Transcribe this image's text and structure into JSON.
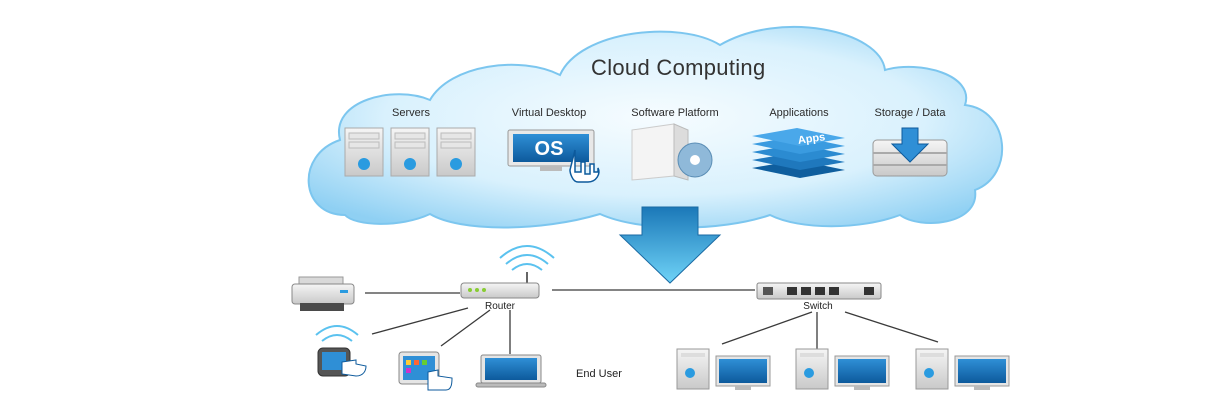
{
  "diagram": {
    "title": "Cloud Computing",
    "cloud_services": [
      {
        "label": "Servers",
        "icon": "server-rack-icon"
      },
      {
        "label": "Virtual Desktop",
        "icon": "os-screen-icon",
        "screen_text": "OS"
      },
      {
        "label": "Software Platform",
        "icon": "software-box-icon"
      },
      {
        "label": "Applications",
        "icon": "apps-stack-icon",
        "screen_text": "Apps"
      },
      {
        "label": "Storage / Data",
        "icon": "storage-download-icon"
      }
    ],
    "network": {
      "router_label": "Router",
      "switch_label": "Switch",
      "end_user_label": "End User"
    },
    "colors": {
      "cloud_fill": "#bfe6fb",
      "cloud_inner": "#e9f7ff",
      "arrow": "#3aa6de",
      "accent_blue": "#1d7fc4",
      "line": "#3a3a3a"
    }
  }
}
